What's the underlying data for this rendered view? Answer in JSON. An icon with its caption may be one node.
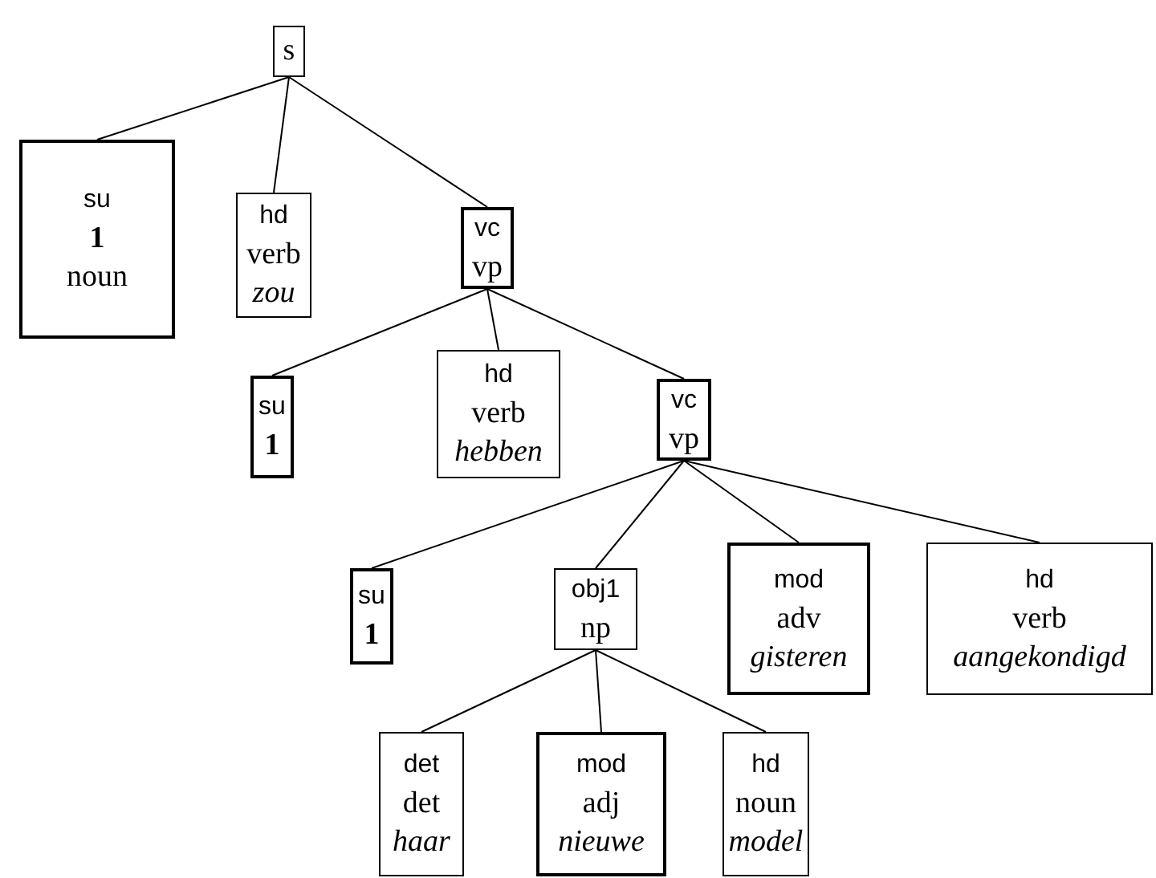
{
  "diagram": {
    "nodes": [
      {
        "text": [
          "s"
        ]
      },
      {
        "text": [
          "su",
          "1",
          "noun"
        ]
      },
      {
        "text": [
          "hd",
          "verb",
          "zou"
        ]
      },
      {
        "text": [
          "vc",
          "vp"
        ]
      },
      {
        "text": [
          "su",
          "1"
        ]
      },
      {
        "text": [
          "hd",
          "verb",
          "hebben"
        ]
      },
      {
        "text": [
          "vc",
          "vp"
        ]
      },
      {
        "text": [
          "su",
          "1"
        ]
      },
      {
        "text": [
          "obj1",
          "np"
        ]
      },
      {
        "text": [
          "mod",
          "adv",
          "gisteren"
        ]
      },
      {
        "text": [
          "hd",
          "verb",
          "aangekondigd"
        ]
      },
      {
        "text": [
          "det",
          "det",
          "haar"
        ]
      },
      {
        "text": [
          "mod",
          "adj",
          "nieuwe"
        ]
      },
      {
        "text": [
          "hd",
          "noun",
          "model"
        ]
      }
    ],
    "edges": [
      {
        "from": 0,
        "to": 1,
        "arrow": "none"
      },
      {
        "from": 0,
        "to": 2,
        "arrow": "none"
      },
      {
        "from": 0,
        "to": 3,
        "arrow": "none"
      },
      {
        "from": 3,
        "to": 4,
        "arrow": "none"
      },
      {
        "from": 3,
        "to": 5,
        "arrow": "none"
      },
      {
        "from": 3,
        "to": 6,
        "arrow": "none"
      },
      {
        "from": 6,
        "to": 7,
        "arrow": "none"
      },
      {
        "from": 6,
        "to": 8,
        "arrow": "none"
      },
      {
        "from": 6,
        "to": 9,
        "arrow": "none"
      },
      {
        "from": 6,
        "to": 10,
        "arrow": "none"
      },
      {
        "from": 8,
        "to": 11,
        "arrow": "none"
      },
      {
        "from": 8,
        "to": 12,
        "arrow": "none"
      },
      {
        "from": 8,
        "to": 13,
        "arrow": "none"
      }
    ]
  }
}
